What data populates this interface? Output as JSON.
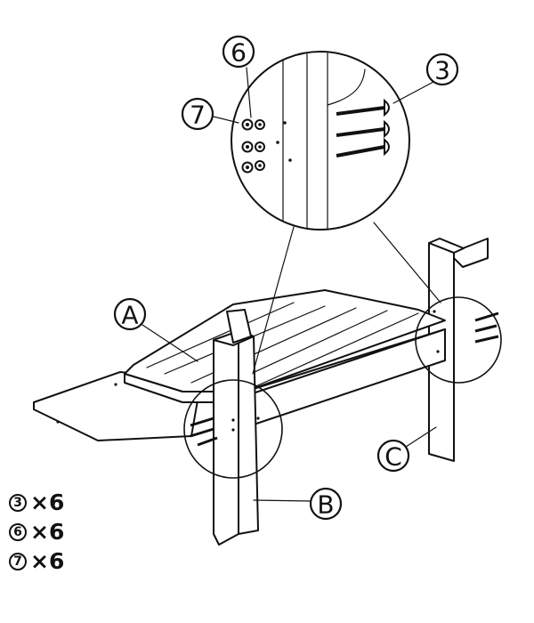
{
  "callouts": {
    "part_a": "A",
    "part_b": "B",
    "part_c": "C",
    "hw_3": "3",
    "hw_6": "6",
    "hw_7": "7"
  },
  "legend": [
    {
      "num": "3",
      "qty": "×6"
    },
    {
      "num": "6",
      "qty": "×6"
    },
    {
      "num": "7",
      "qty": "×6"
    }
  ]
}
